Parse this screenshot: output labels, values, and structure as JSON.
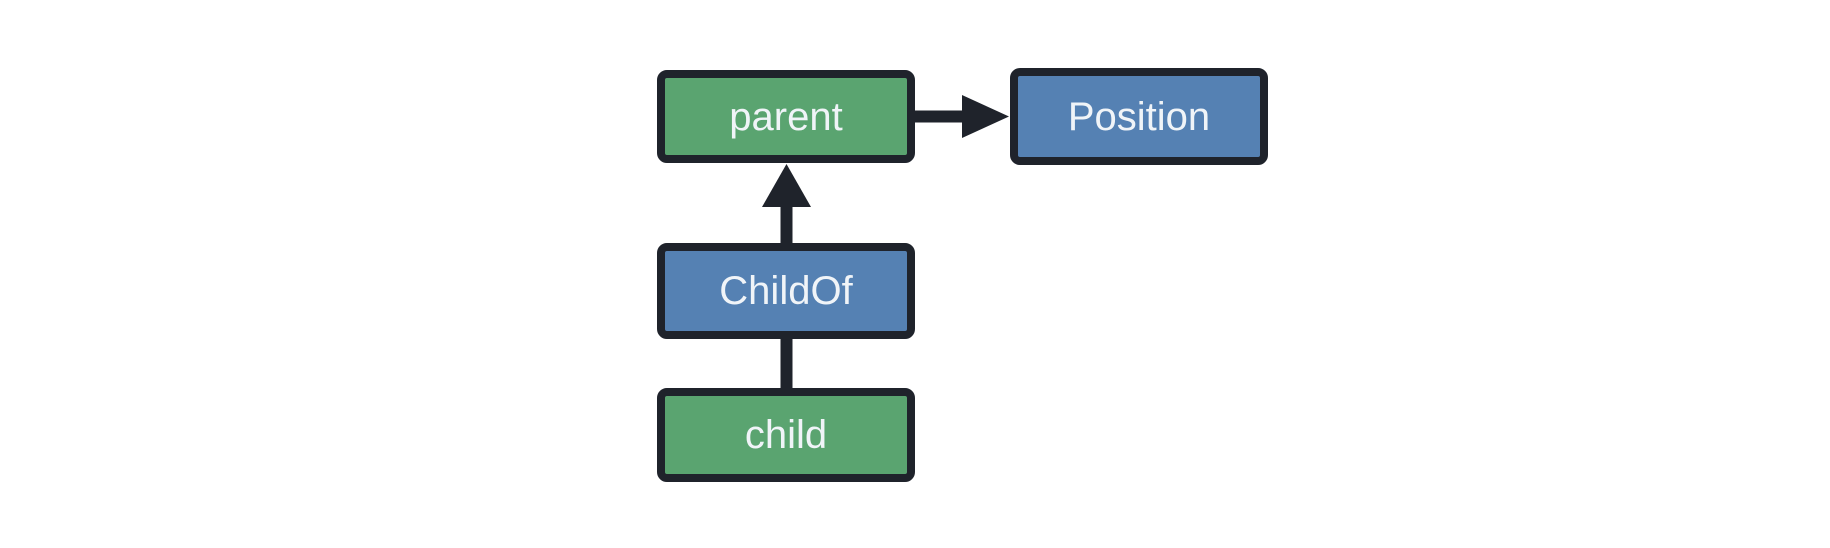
{
  "diagram": {
    "nodes": [
      {
        "id": "parent",
        "label": "parent",
        "color": "green"
      },
      {
        "id": "Position",
        "label": "Position",
        "color": "blue"
      },
      {
        "id": "ChildOf",
        "label": "ChildOf",
        "color": "blue"
      },
      {
        "id": "child",
        "label": "child",
        "color": "green"
      }
    ],
    "edges": [
      {
        "from": "parent",
        "to": "Position",
        "arrowhead": "to",
        "direction": "right"
      },
      {
        "from": "ChildOf",
        "to": "parent",
        "arrowhead": "to",
        "direction": "up"
      },
      {
        "from": "child",
        "to": "ChildOf",
        "arrowhead": "none",
        "direction": "up"
      }
    ]
  },
  "colors": {
    "node_green": "#5AA470",
    "node_blue": "#5581B3",
    "stroke": "#1F232B",
    "label_text": "#F0F4F8",
    "background": "#FFFFFF"
  }
}
